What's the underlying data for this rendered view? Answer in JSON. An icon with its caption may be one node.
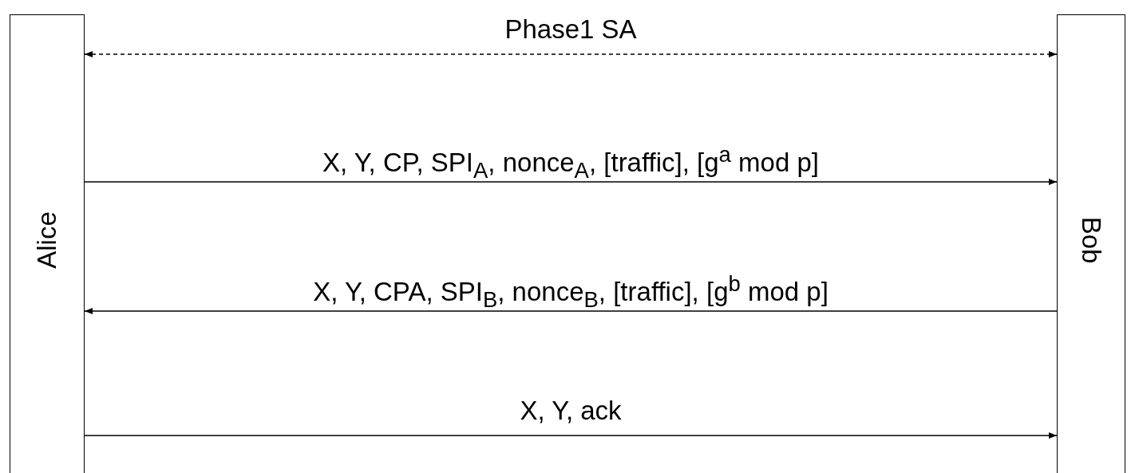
{
  "diagram": {
    "nodes": [
      {
        "text": [
          "Alice"
        ]
      },
      {
        "text": [
          "Bob"
        ]
      }
    ],
    "edges": [
      {
        "from": 0,
        "to": 1,
        "arrow": "both",
        "style": "dashed",
        "label": "Phase1 SA"
      },
      {
        "from": 0,
        "to": 1,
        "arrow": "to",
        "label": "X, Y, CP, SPI$_{A}$, nonce$_{A}$, [traffic], [g$^{a}$ mod p]"
      },
      {
        "from": 1,
        "to": 0,
        "arrow": "to",
        "label": "X, Y, CPA, SPI$_{B}$, nonce$_{B}$, [traffic], [g$^{b}$ mod p]"
      },
      {
        "from": 0,
        "to": 1,
        "arrow": "to",
        "label": "X, Y, ack"
      }
    ]
  }
}
